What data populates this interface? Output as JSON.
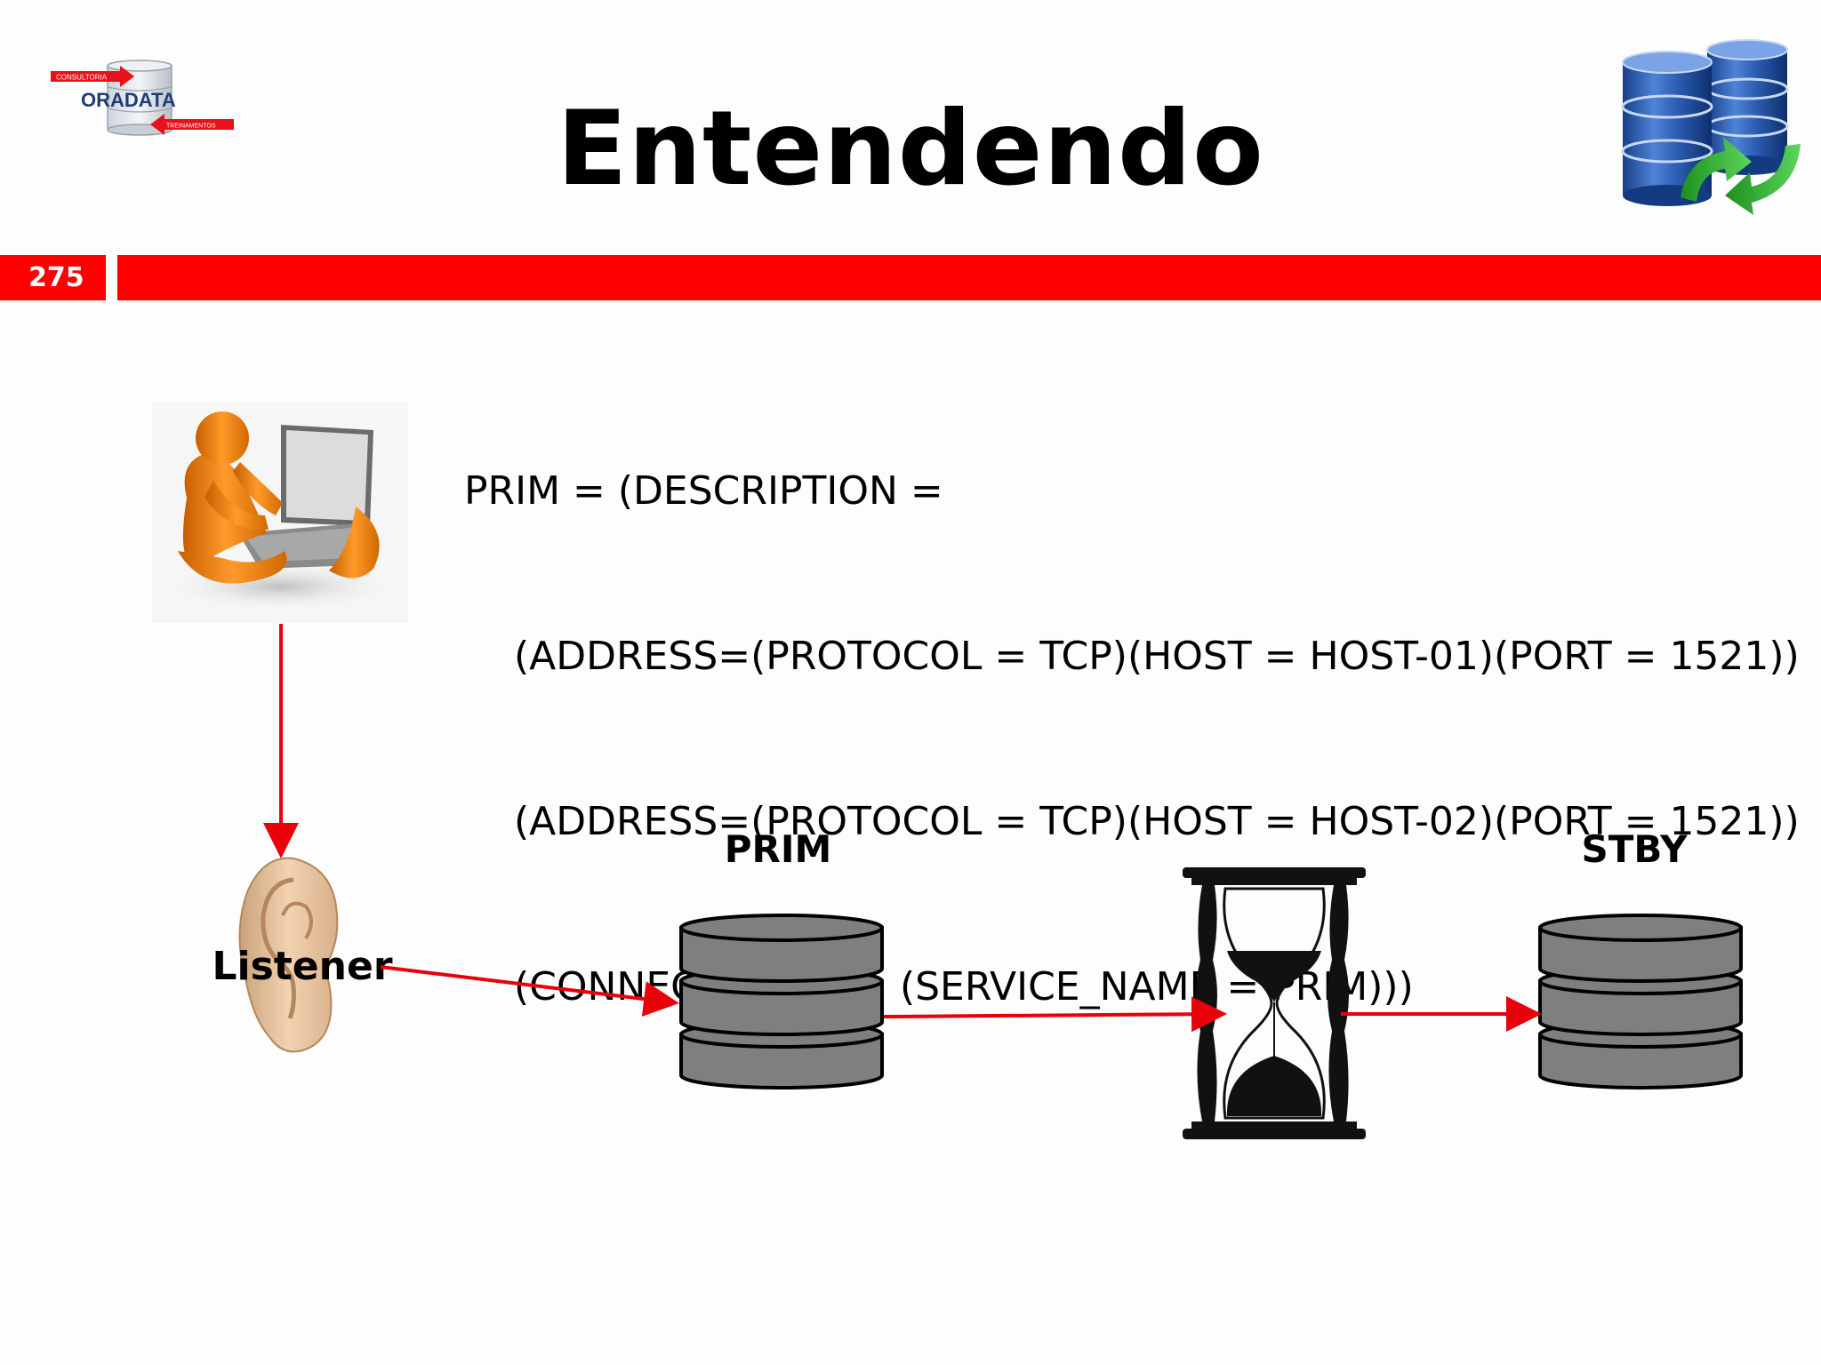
{
  "header": {
    "title": "Entendendo",
    "slide_number": "275",
    "logo": {
      "top_text": "CONSULTORIA",
      "main_text": "ORADATA",
      "bottom_text": "TREINAMENTOS"
    },
    "logo_icon": "database-sync-icon"
  },
  "tnsnames": {
    "lines": [
      "PRIM = (DESCRIPTION =",
      "(ADDRESS=(PROTOCOL = TCP)(HOST = HOST-01)(PORT = 1521))",
      "(ADDRESS=(PROTOCOL = TCP)(HOST = HOST-02)(PORT = 1521))",
      "(CONNECT_DATA = (SERVICE_NAME = PRIM)))"
    ]
  },
  "diagram": {
    "user_icon": "person-laptop-icon",
    "listener_icon": "ear-icon",
    "listener_label": "Listener",
    "prim_label": "PRIM",
    "stby_label": "STBY",
    "delay_icon": "hourglass-icon",
    "arrow_color": "#e8000b",
    "db_fill": "#7f7f7f"
  },
  "colors": {
    "accent": "#ff0000",
    "background": "#fdfdfd"
  }
}
